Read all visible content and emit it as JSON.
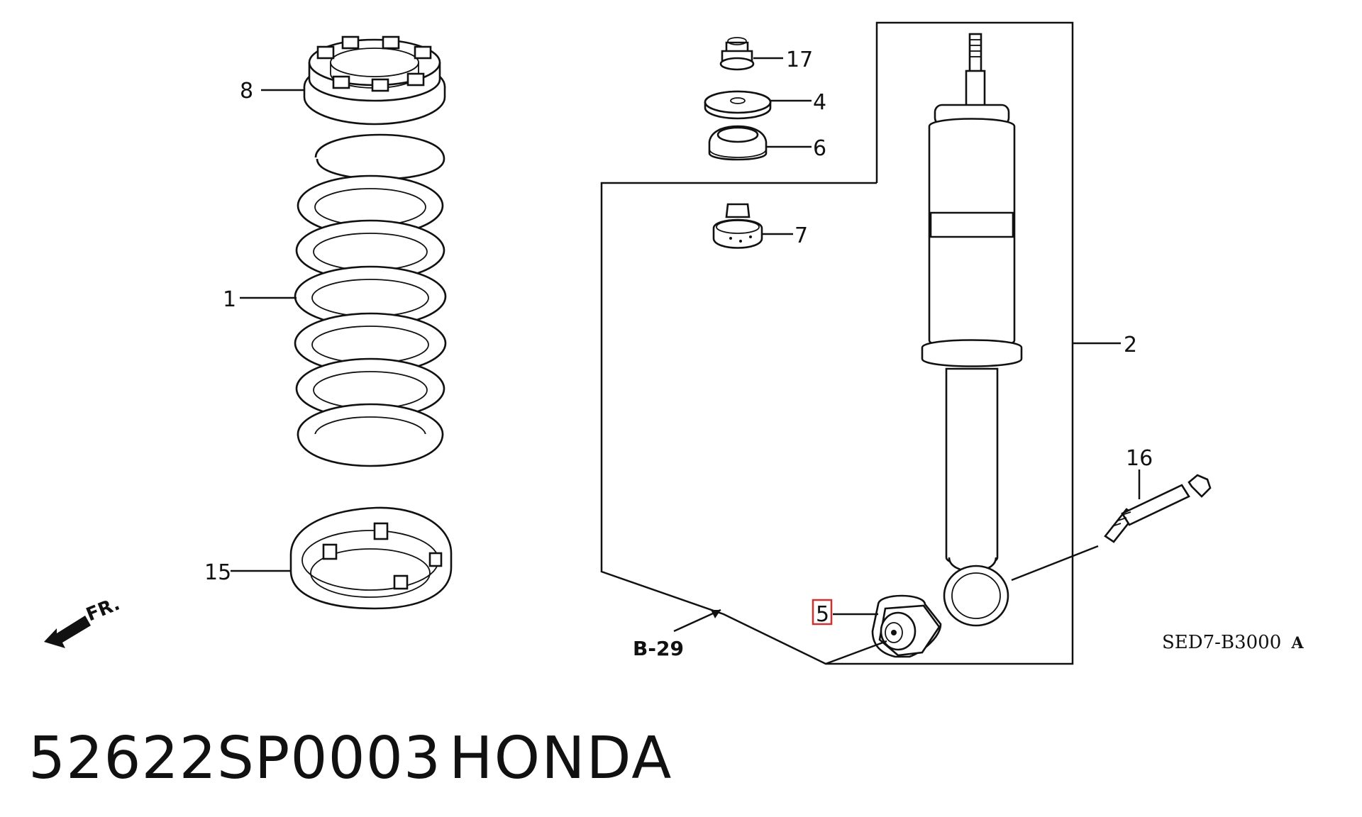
{
  "callouts": {
    "c1": "1",
    "c2": "2",
    "c4": "4",
    "c5": "5",
    "c6": "6",
    "c7": "7",
    "c8": "8",
    "c15": "15",
    "c16": "16",
    "c17": "17"
  },
  "refs": {
    "b29": "B-29",
    "figure_code": "SED7-B3000",
    "figure_suffix": "A",
    "front": "FR."
  },
  "caption": {
    "part_number": "52622SP0003",
    "brand": "HONDA"
  },
  "highlight_color": "#d03030"
}
